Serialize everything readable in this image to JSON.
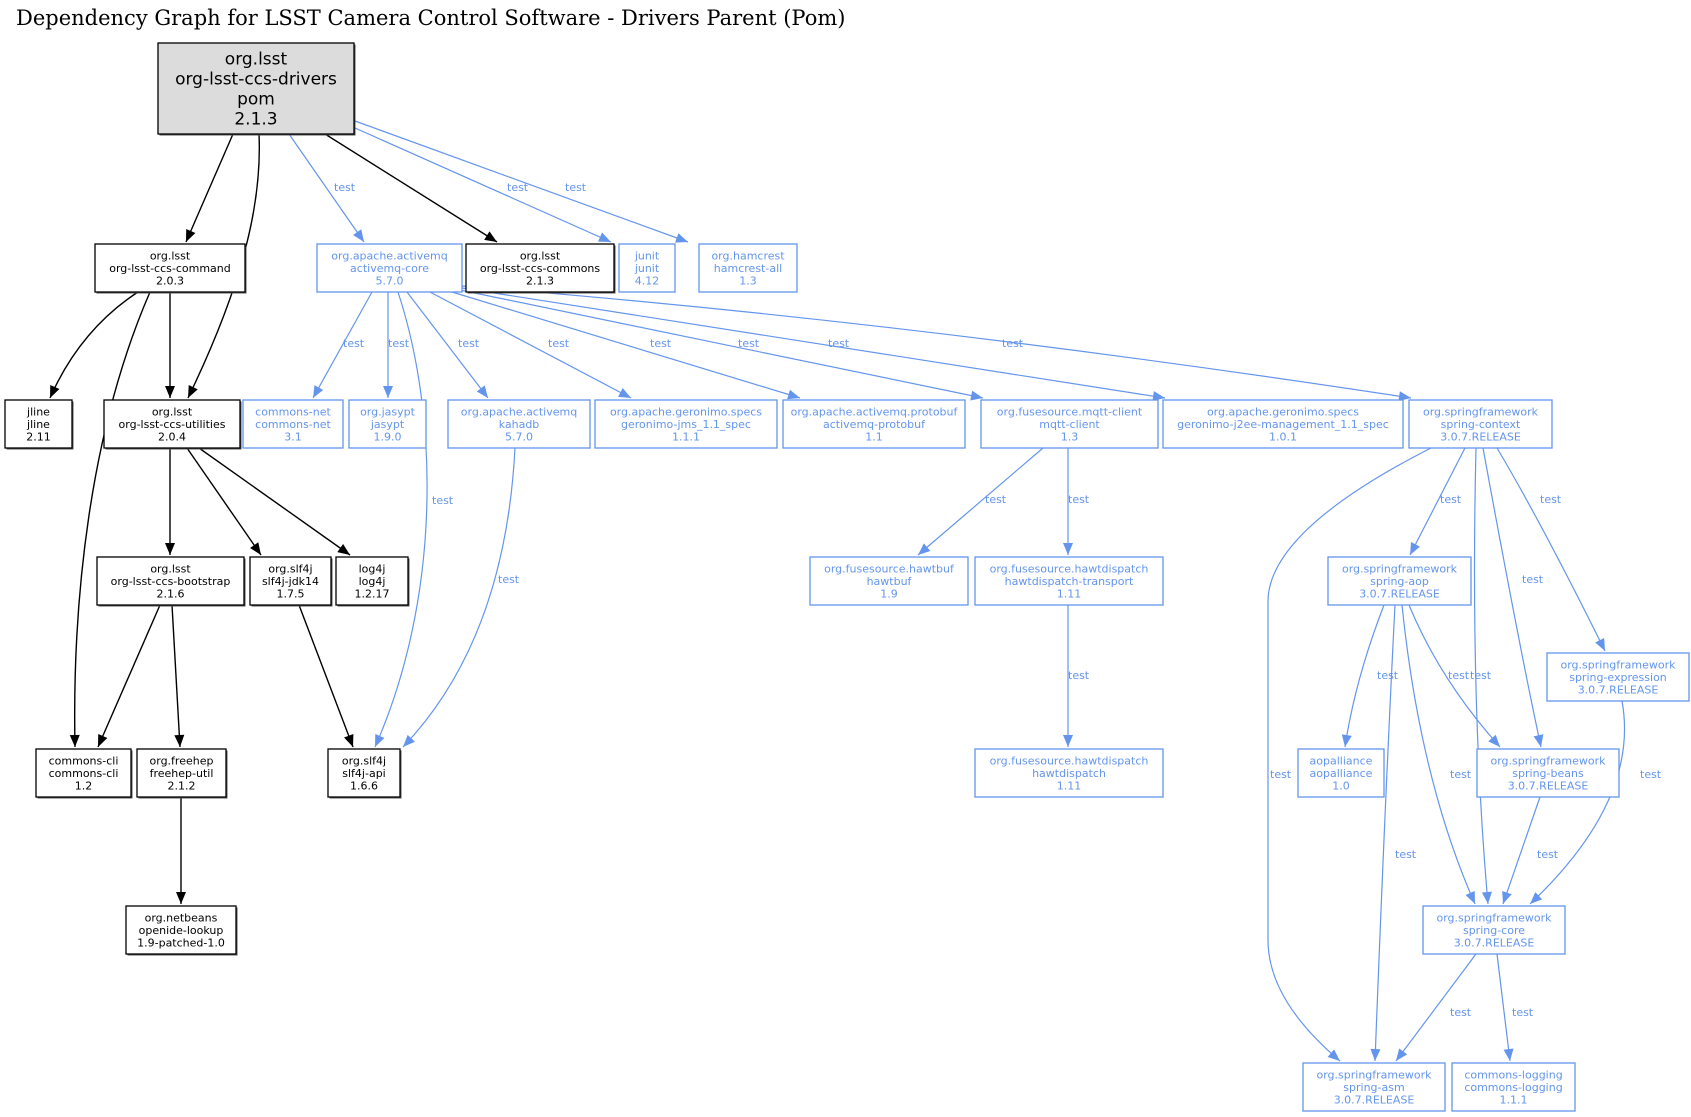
{
  "title": "Dependency Graph for LSST Camera Control Software - Drivers Parent (Pom)",
  "colors": {
    "compile": "#000000",
    "test": "#6495ed",
    "root_fill": "#dcdcdc"
  },
  "nodes": [
    {
      "id": "root",
      "scope": "root",
      "lines": [
        "org.lsst",
        "org-lsst-ccs-drivers",
        "pom",
        "2.1.3"
      ]
    },
    {
      "id": "command",
      "scope": "compile",
      "lines": [
        "org.lsst",
        "org-lsst-ccs-command",
        "2.0.3"
      ]
    },
    {
      "id": "activemq-core",
      "scope": "test",
      "lines": [
        "org.apache.activemq",
        "activemq-core",
        "5.7.0"
      ]
    },
    {
      "id": "commons",
      "scope": "compile",
      "lines": [
        "org.lsst",
        "org-lsst-ccs-commons",
        "2.1.3"
      ]
    },
    {
      "id": "junit",
      "scope": "test",
      "lines": [
        "junit",
        "junit",
        "4.12"
      ]
    },
    {
      "id": "hamcrest",
      "scope": "test",
      "lines": [
        "org.hamcrest",
        "hamcrest-all",
        "1.3"
      ]
    },
    {
      "id": "jline",
      "scope": "compile",
      "lines": [
        "jline",
        "jline",
        "2.11"
      ]
    },
    {
      "id": "utilities",
      "scope": "compile",
      "lines": [
        "org.lsst",
        "org-lsst-ccs-utilities",
        "2.0.4"
      ]
    },
    {
      "id": "commons-net",
      "scope": "test",
      "lines": [
        "commons-net",
        "commons-net",
        "3.1"
      ]
    },
    {
      "id": "jasypt",
      "scope": "test",
      "lines": [
        "org.jasypt",
        "jasypt",
        "1.9.0"
      ]
    },
    {
      "id": "kahadb",
      "scope": "test",
      "lines": [
        "org.apache.activemq",
        "kahadb",
        "5.7.0"
      ]
    },
    {
      "id": "geronimo-jms",
      "scope": "test",
      "lines": [
        "org.apache.geronimo.specs",
        "geronimo-jms_1.1_spec",
        "1.1.1"
      ]
    },
    {
      "id": "activemq-protobuf",
      "scope": "test",
      "lines": [
        "org.apache.activemq.protobuf",
        "activemq-protobuf",
        "1.1"
      ]
    },
    {
      "id": "mqtt-client",
      "scope": "test",
      "lines": [
        "org.fusesource.mqtt-client",
        "mqtt-client",
        "1.3"
      ]
    },
    {
      "id": "geronimo-j2ee",
      "scope": "test",
      "lines": [
        "org.apache.geronimo.specs",
        "geronimo-j2ee-management_1.1_spec",
        "1.0.1"
      ]
    },
    {
      "id": "spring-context",
      "scope": "test",
      "lines": [
        "org.springframework",
        "spring-context",
        "3.0.7.RELEASE"
      ]
    },
    {
      "id": "bootstrap",
      "scope": "compile",
      "lines": [
        "org.lsst",
        "org-lsst-ccs-bootstrap",
        "2.1.6"
      ]
    },
    {
      "id": "slf4j-jdk14",
      "scope": "compile",
      "lines": [
        "org.slf4j",
        "slf4j-jdk14",
        "1.7.5"
      ]
    },
    {
      "id": "log4j",
      "scope": "compile",
      "lines": [
        "log4j",
        "log4j",
        "1.2.17"
      ]
    },
    {
      "id": "hawtbuf",
      "scope": "test",
      "lines": [
        "org.fusesource.hawtbuf",
        "hawtbuf",
        "1.9"
      ]
    },
    {
      "id": "hawtdispatch-transport",
      "scope": "test",
      "lines": [
        "org.fusesource.hawtdispatch",
        "hawtdispatch-transport",
        "1.11"
      ]
    },
    {
      "id": "spring-aop",
      "scope": "test",
      "lines": [
        "org.springframework",
        "spring-aop",
        "3.0.7.RELEASE"
      ]
    },
    {
      "id": "spring-expression",
      "scope": "test",
      "lines": [
        "org.springframework",
        "spring-expression",
        "3.0.7.RELEASE"
      ]
    },
    {
      "id": "commons-cli",
      "scope": "compile",
      "lines": [
        "commons-cli",
        "commons-cli",
        "1.2"
      ]
    },
    {
      "id": "freehep-util",
      "scope": "compile",
      "lines": [
        "org.freehep",
        "freehep-util",
        "2.1.2"
      ]
    },
    {
      "id": "slf4j-api",
      "scope": "compile",
      "lines": [
        "org.slf4j",
        "slf4j-api",
        "1.6.6"
      ]
    },
    {
      "id": "hawtdispatch",
      "scope": "test",
      "lines": [
        "org.fusesource.hawtdispatch",
        "hawtdispatch",
        "1.11"
      ]
    },
    {
      "id": "aopalliance",
      "scope": "test",
      "lines": [
        "aopalliance",
        "aopalliance",
        "1.0"
      ]
    },
    {
      "id": "spring-beans",
      "scope": "test",
      "lines": [
        "org.springframework",
        "spring-beans",
        "3.0.7.RELEASE"
      ]
    },
    {
      "id": "openide-lookup",
      "scope": "compile",
      "lines": [
        "org.netbeans",
        "openide-lookup",
        "1.9-patched-1.0"
      ]
    },
    {
      "id": "spring-core",
      "scope": "test",
      "lines": [
        "org.springframework",
        "spring-core",
        "3.0.7.RELEASE"
      ]
    },
    {
      "id": "spring-asm",
      "scope": "test",
      "lines": [
        "org.springframework",
        "spring-asm",
        "3.0.7.RELEASE"
      ]
    },
    {
      "id": "commons-logging",
      "scope": "test",
      "lines": [
        "commons-logging",
        "commons-logging",
        "1.1.1"
      ]
    }
  ],
  "edges": [
    {
      "from": "root",
      "to": "command",
      "scope": "compile",
      "label": ""
    },
    {
      "from": "root",
      "to": "utilities",
      "scope": "compile",
      "label": ""
    },
    {
      "from": "root",
      "to": "activemq-core",
      "scope": "test",
      "label": "test"
    },
    {
      "from": "root",
      "to": "commons",
      "scope": "compile",
      "label": ""
    },
    {
      "from": "root",
      "to": "junit",
      "scope": "test",
      "label": "test"
    },
    {
      "from": "root",
      "to": "hamcrest",
      "scope": "test",
      "label": "test"
    },
    {
      "from": "command",
      "to": "jline",
      "scope": "compile",
      "label": ""
    },
    {
      "from": "command",
      "to": "utilities",
      "scope": "compile",
      "label": ""
    },
    {
      "from": "command",
      "to": "commons-cli",
      "scope": "compile",
      "label": ""
    },
    {
      "from": "utilities",
      "to": "bootstrap",
      "scope": "compile",
      "label": ""
    },
    {
      "from": "utilities",
      "to": "slf4j-jdk14",
      "scope": "compile",
      "label": ""
    },
    {
      "from": "utilities",
      "to": "log4j",
      "scope": "compile",
      "label": ""
    },
    {
      "from": "bootstrap",
      "to": "commons-cli",
      "scope": "compile",
      "label": ""
    },
    {
      "from": "bootstrap",
      "to": "freehep-util",
      "scope": "compile",
      "label": ""
    },
    {
      "from": "freehep-util",
      "to": "openide-lookup",
      "scope": "compile",
      "label": ""
    },
    {
      "from": "slf4j-jdk14",
      "to": "slf4j-api",
      "scope": "compile",
      "label": ""
    },
    {
      "from": "activemq-core",
      "to": "commons-net",
      "scope": "test",
      "label": "test"
    },
    {
      "from": "activemq-core",
      "to": "jasypt",
      "scope": "test",
      "label": "test"
    },
    {
      "from": "activemq-core",
      "to": "slf4j-api",
      "scope": "test",
      "label": "test"
    },
    {
      "from": "activemq-core",
      "to": "kahadb",
      "scope": "test",
      "label": "test"
    },
    {
      "from": "activemq-core",
      "to": "geronimo-jms",
      "scope": "test",
      "label": "test"
    },
    {
      "from": "activemq-core",
      "to": "activemq-protobuf",
      "scope": "test",
      "label": "test"
    },
    {
      "from": "activemq-core",
      "to": "mqtt-client",
      "scope": "test",
      "label": "test"
    },
    {
      "from": "activemq-core",
      "to": "geronimo-j2ee",
      "scope": "test",
      "label": "test"
    },
    {
      "from": "activemq-core",
      "to": "spring-context",
      "scope": "test",
      "label": "test"
    },
    {
      "from": "kahadb",
      "to": "slf4j-api",
      "scope": "test",
      "label": "test"
    },
    {
      "from": "mqtt-client",
      "to": "hawtbuf",
      "scope": "test",
      "label": "test"
    },
    {
      "from": "mqtt-client",
      "to": "hawtdispatch-transport",
      "scope": "test",
      "label": "test"
    },
    {
      "from": "hawtdispatch-transport",
      "to": "hawtdispatch",
      "scope": "test",
      "label": "test"
    },
    {
      "from": "spring-context",
      "to": "spring-aop",
      "scope": "test",
      "label": "test"
    },
    {
      "from": "spring-context",
      "to": "spring-expression",
      "scope": "test",
      "label": "test"
    },
    {
      "from": "spring-context",
      "to": "spring-beans",
      "scope": "test",
      "label": "test"
    },
    {
      "from": "spring-context",
      "to": "spring-core",
      "scope": "test",
      "label": "test"
    },
    {
      "from": "spring-context",
      "to": "spring-asm",
      "scope": "test",
      "label": "test"
    },
    {
      "from": "spring-aop",
      "to": "aopalliance",
      "scope": "test",
      "label": "test"
    },
    {
      "from": "spring-aop",
      "to": "spring-beans",
      "scope": "test",
      "label": "test"
    },
    {
      "from": "spring-aop",
      "to": "spring-core",
      "scope": "test",
      "label": "test"
    },
    {
      "from": "spring-aop",
      "to": "spring-asm",
      "scope": "test",
      "label": "test"
    },
    {
      "from": "spring-expression",
      "to": "spring-core",
      "scope": "test",
      "label": "test"
    },
    {
      "from": "spring-beans",
      "to": "spring-core",
      "scope": "test",
      "label": "test"
    },
    {
      "from": "spring-core",
      "to": "spring-asm",
      "scope": "test",
      "label": "test"
    },
    {
      "from": "spring-core",
      "to": "commons-logging",
      "scope": "test",
      "label": "test"
    }
  ]
}
